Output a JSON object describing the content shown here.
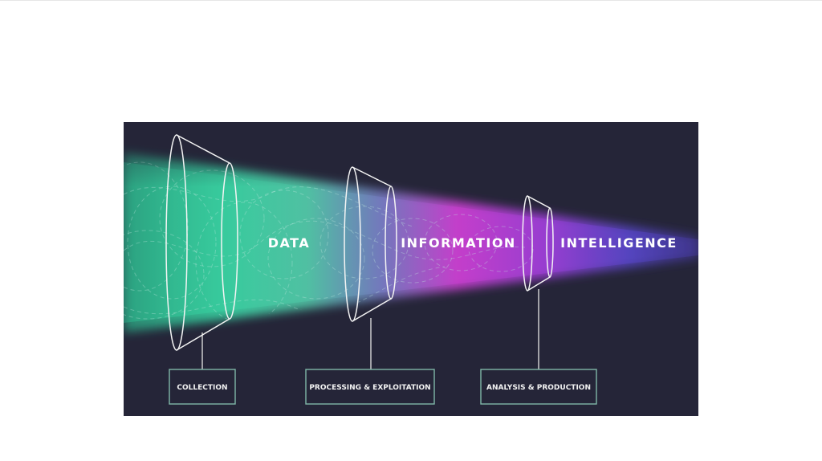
{
  "stages": [
    {
      "word": "DATA"
    },
    {
      "word": "INFORMATION"
    },
    {
      "word": "INTELLIGENCE"
    }
  ],
  "steps": [
    {
      "label": "COLLECTION"
    },
    {
      "label": "PROCESSING & EXPLOITATION"
    },
    {
      "label": "ANALYSIS & PRODUCTION"
    }
  ],
  "colors": {
    "background": "#252538",
    "data": "#2fd8a0",
    "information": "#d53fd0",
    "intelligence": "#6a4fe8",
    "box_stroke": "#7fb7a8"
  }
}
